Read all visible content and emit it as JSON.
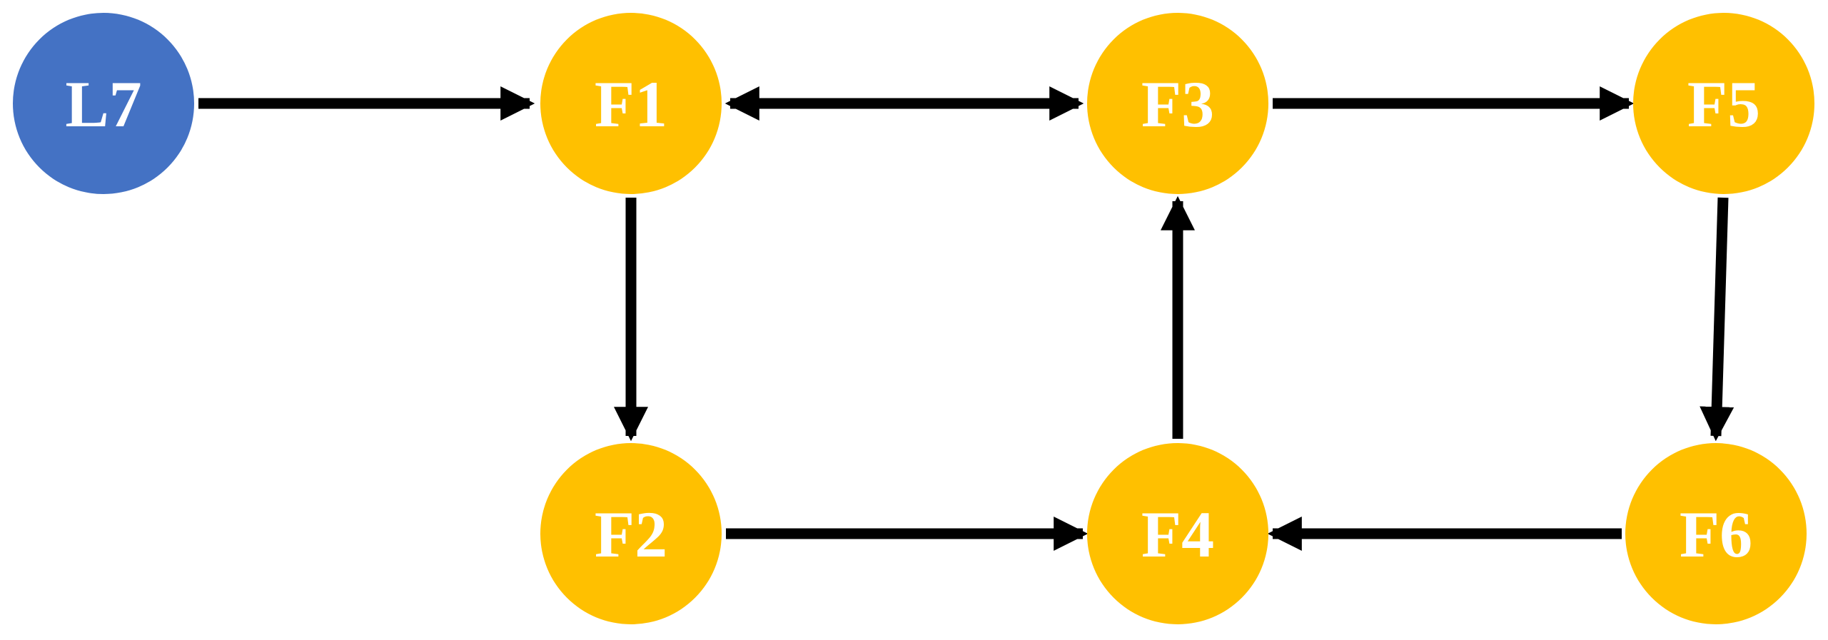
{
  "diagram": {
    "title": "node-link graph",
    "background": "#FFFFFF",
    "edge_color": "#000000",
    "label_color": "#FFFFFF",
    "nodes": [
      {
        "id": "L7",
        "label": "L7",
        "color": "#4472C4"
      },
      {
        "id": "F1",
        "label": "F1",
        "color": "#FFC000"
      },
      {
        "id": "F2",
        "label": "F2",
        "color": "#FFC000"
      },
      {
        "id": "F3",
        "label": "F3",
        "color": "#FFC000"
      },
      {
        "id": "F4",
        "label": "F4",
        "color": "#FFC000"
      },
      {
        "id": "F5",
        "label": "F5",
        "color": "#FFC000"
      },
      {
        "id": "F6",
        "label": "F6",
        "color": "#FFC000"
      }
    ],
    "edges": [
      {
        "from": "L7",
        "to": "F1",
        "direction": "forward"
      },
      {
        "from": "F1",
        "to": "F3",
        "direction": "both"
      },
      {
        "from": "F3",
        "to": "F5",
        "direction": "forward"
      },
      {
        "from": "F1",
        "to": "F2",
        "direction": "forward"
      },
      {
        "from": "F2",
        "to": "F4",
        "direction": "forward"
      },
      {
        "from": "F4",
        "to": "F3",
        "direction": "forward"
      },
      {
        "from": "F5",
        "to": "F6",
        "direction": "forward"
      },
      {
        "from": "F6",
        "to": "F4",
        "direction": "forward"
      }
    ]
  }
}
